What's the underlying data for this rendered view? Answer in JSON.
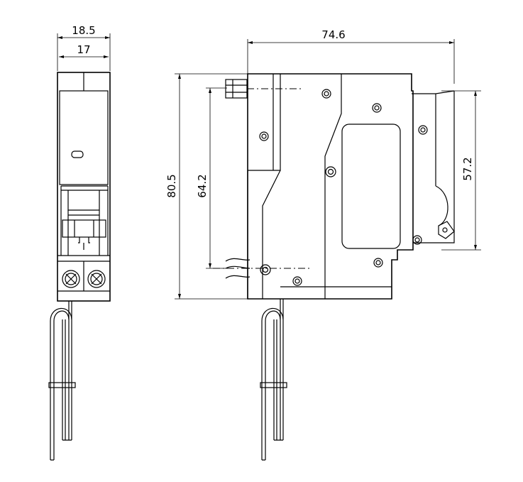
{
  "dimensions": {
    "front_outer_width": "18.5",
    "front_inner_width": "17",
    "side_length": "74.6",
    "side_height": "80.5",
    "pin_span": "64.2",
    "clip_height": "57.2"
  },
  "colors": {
    "line": "#000000",
    "background": "#ffffff"
  }
}
